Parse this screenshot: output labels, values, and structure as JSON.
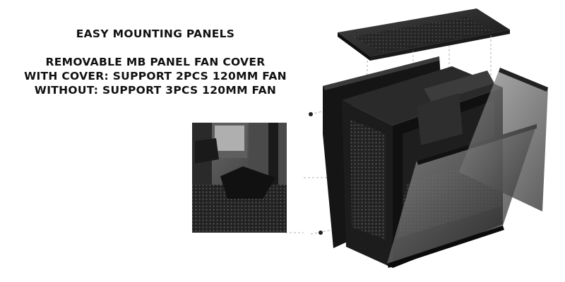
{
  "headline": "EASY MOUNTING PANELS",
  "feature_lines": [
    "REMOVABLE MB PANEL FAN COVER",
    "WITH COVER: SUPPORT 2PCS 120MM FAN",
    "WITHOUT: SUPPORT 3PCS 120MM FAN"
  ],
  "colors": {
    "text": "#111111",
    "case_body": "#1b1b1b",
    "glass": "#3a3a3a",
    "background": "#ffffff"
  },
  "icons": {
    "product": "pc-case-exploded-view",
    "inset": "motherboard-fan-cover-closeup"
  }
}
